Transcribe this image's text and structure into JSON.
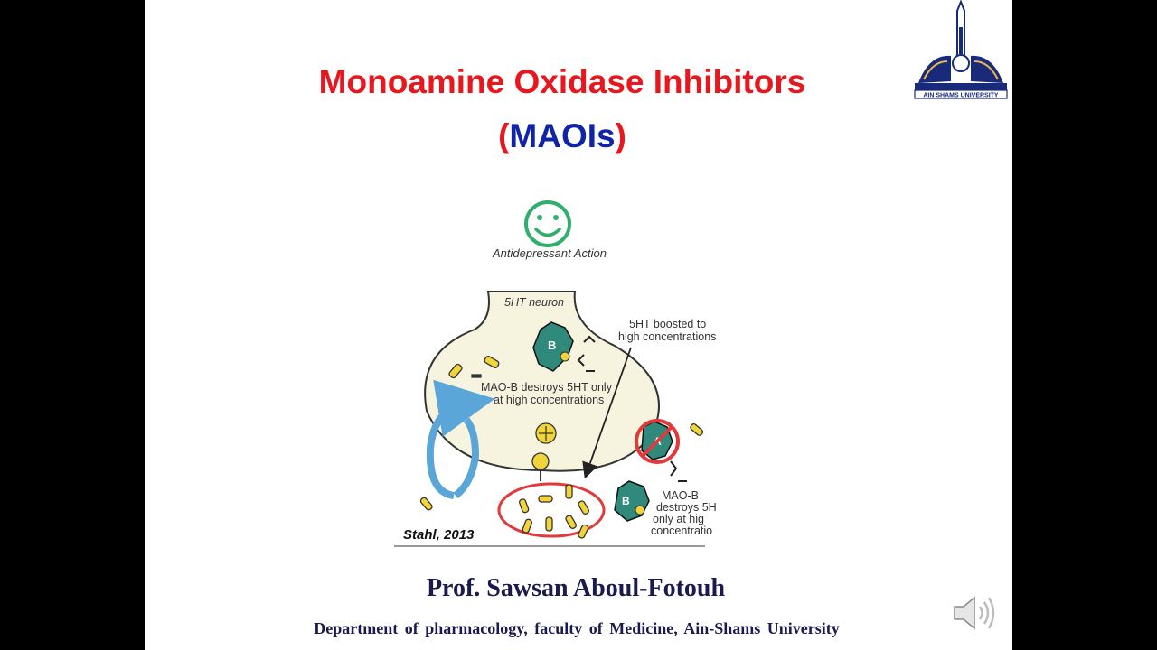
{
  "slide": {
    "title_line1": "Monoamine Oxidase Inhibitors",
    "title_paren_open": "(",
    "title_abbrev": "MAOIs",
    "title_paren_close": ")",
    "author": "Prof. Sawsan Aboul-Fotouh",
    "department": "Department  of pharmacology,  faculty of Medicine,  Ain-Shams  University",
    "figure_caption": "Stahl, 2013",
    "logo_text": "AIN SHAMS UNIVERSITY"
  },
  "diagram": {
    "action_label": "Antidepressant Action",
    "neuron_label": "5HT neuron",
    "boost_label_1": "5HT boosted to",
    "boost_label_2": "high concentrations",
    "maob_inside_1": "MAO-B destroys 5HT only",
    "maob_inside_2": "at high concentrations",
    "maob_outside_1": "MAO-B",
    "maob_outside_2": "destroys 5H",
    "maob_outside_3": "only at hig",
    "maob_outside_4": "concentratio",
    "enzyme_b": "B",
    "enzyme_a": "A"
  },
  "colors": {
    "title_red": "#e8171d",
    "title_blue": "#1024a8",
    "neuron_fill": "#f6f3df",
    "smiley_green": "#2fae6c",
    "enzyme_teal": "#2f8a7c",
    "serotonin_yellow": "#f0d43a",
    "cycle_arrow_blue": "#5aa6d8",
    "inhibit_red": "#e03a3a"
  },
  "icons": [
    "smiley-icon",
    "cycle-arrow-icon",
    "prohibition-icon",
    "speaker-icon",
    "university-logo"
  ]
}
